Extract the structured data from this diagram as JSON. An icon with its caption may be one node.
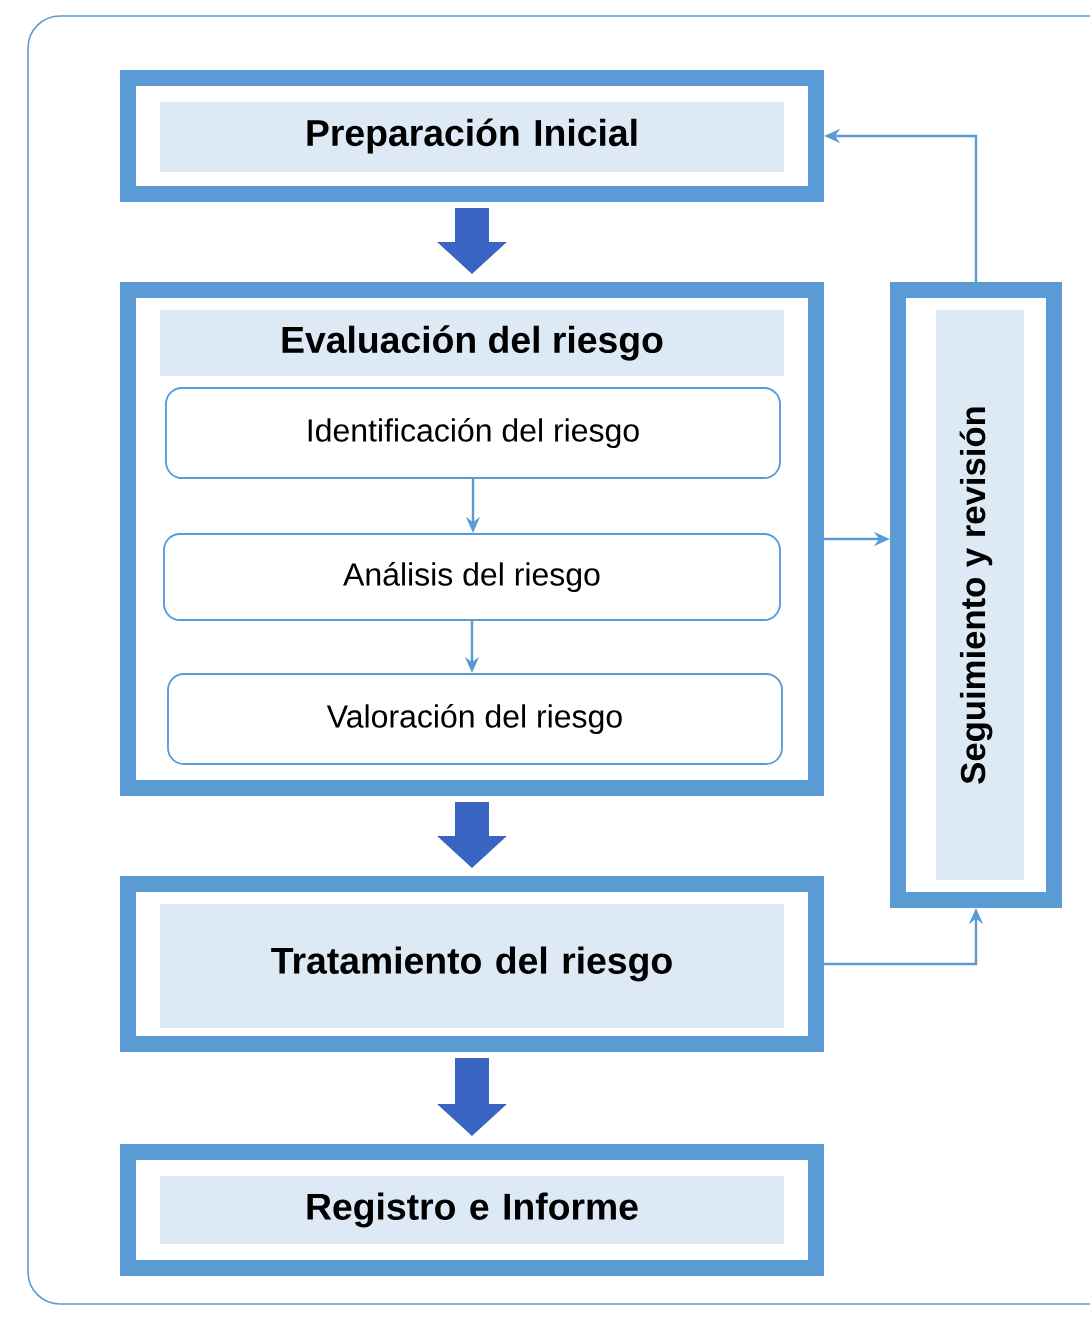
{
  "diagram": {
    "nodes": [
      {
        "text": [
          "Preparación Inicial"
        ]
      },
      {
        "text": [
          "Evaluación del riesgo"
        ]
      },
      {
        "text": [
          "Identificación del riesgo"
        ],
        "in": 1
      },
      {
        "text": [
          "Análisis del riesgo"
        ],
        "in": 1
      },
      {
        "text": [
          "Valoración del riesgo"
        ],
        "in": 1
      },
      {
        "text": [
          "Tratamiento del riesgo"
        ]
      },
      {
        "text": [
          "Registro e Informe"
        ]
      },
      {
        "text": [
          "Seguimiento y revisión"
        ]
      }
    ],
    "edges": [
      {
        "from": 0,
        "to": 1,
        "arrow": "to",
        "style": "thick",
        "color": "#3a64c2"
      },
      {
        "from": 2,
        "to": 3,
        "arrow": "to"
      },
      {
        "from": 3,
        "to": 4,
        "arrow": "to"
      },
      {
        "from": 1,
        "to": 5,
        "arrow": "to",
        "style": "thick",
        "color": "#3a64c2"
      },
      {
        "from": 5,
        "to": 6,
        "arrow": "to",
        "style": "thick",
        "color": "#3a64c2"
      },
      {
        "from": 1,
        "to": 7,
        "arrow": "to"
      },
      {
        "from": 5,
        "to": 7,
        "arrow": "to"
      },
      {
        "from": 7,
        "to": 0,
        "arrow": "to"
      }
    ]
  }
}
